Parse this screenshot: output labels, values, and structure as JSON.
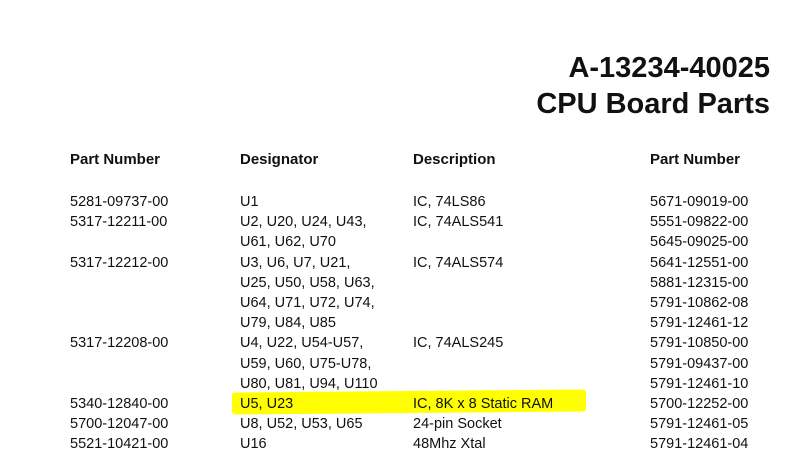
{
  "header": {
    "doc_number": "A-13234-40025",
    "title": "CPU Board Parts"
  },
  "columns": [
    "Part Number",
    "Designator",
    "Description",
    "Part Number"
  ],
  "rows": [
    {
      "part": "5281-09737-00",
      "designator": [
        "U1"
      ],
      "description": "IC, 74LS86"
    },
    {
      "part": "5317-12211-00",
      "designator": [
        "U2, U20, U24, U43,",
        "U61, U62, U70"
      ],
      "description": "IC, 74ALS541"
    },
    {
      "part": "5317-12212-00",
      "designator": [
        "U3, U6, U7, U21,",
        "U25, U50, U58, U63,",
        "U64, U71, U72, U74,",
        "U79, U84, U85"
      ],
      "description": "IC, 74ALS574"
    },
    {
      "part": "5317-12208-00",
      "designator": [
        "U4, U22, U54-U57,",
        "U59, U60, U75-U78,",
        "U80, U81, U94, U110"
      ],
      "description": "IC, 74ALS245"
    },
    {
      "part": "5340-12840-00",
      "designator": [
        "U5, U23"
      ],
      "description": "IC, 8K x 8 Static RAM",
      "highlighted": true
    },
    {
      "part": "5700-12047-00",
      "designator": [
        "U8, U52, U53, U65"
      ],
      "description": "24-pin Socket"
    },
    {
      "part": "5521-10421-00",
      "designator": [
        "U16"
      ],
      "description": "48Mhz Xtal"
    }
  ],
  "right_part_numbers": [
    "5671-09019-00",
    "5551-09822-00",
    "5645-09025-00",
    "5641-12551-00",
    "5881-12315-00",
    "5791-10862-08",
    "5791-12461-12",
    "5791-10850-00",
    "5791-09437-00",
    "5791-12461-10",
    "5700-12252-00",
    "5791-12461-05",
    "5791-12461-04"
  ],
  "highlight_color": "#ffff00"
}
